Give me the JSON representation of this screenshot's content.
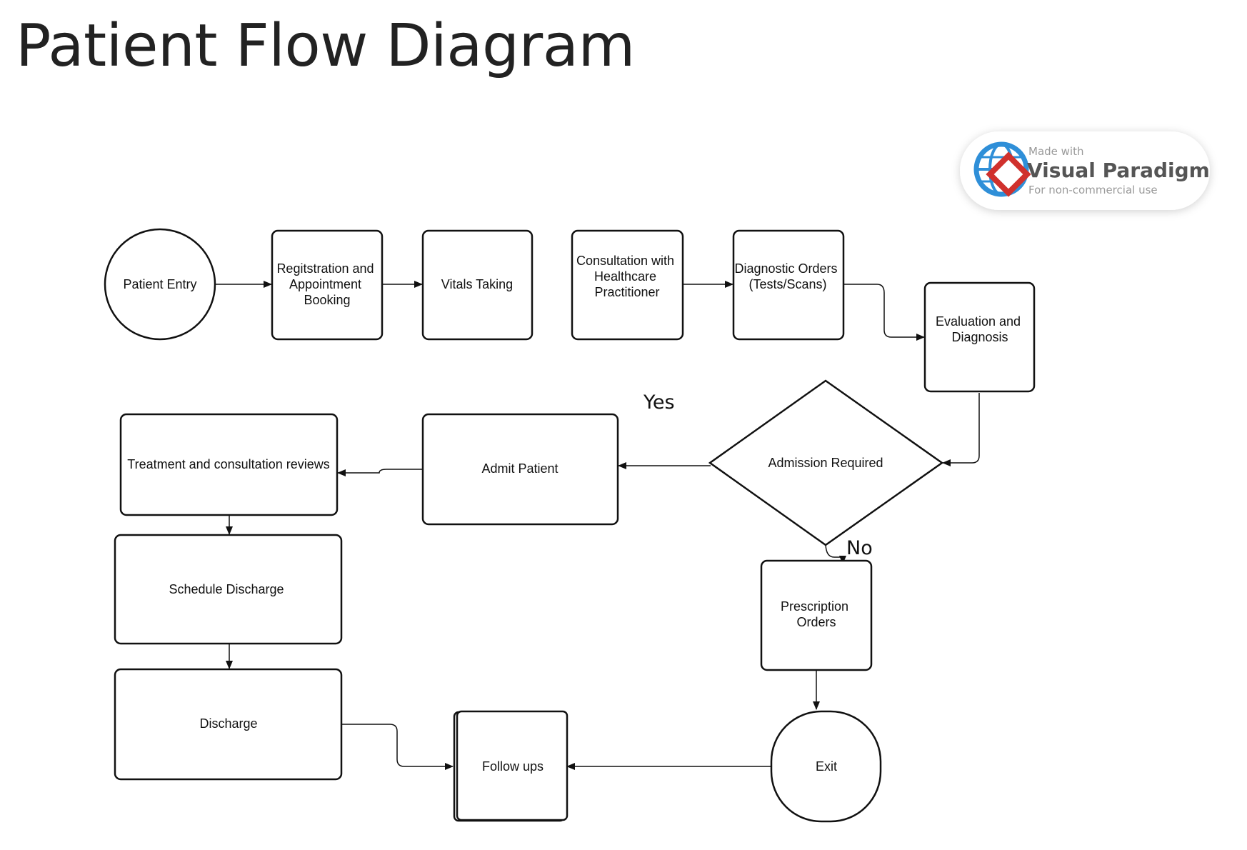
{
  "title": "Patient Flow Diagram",
  "badge": {
    "line1": "Made with",
    "line2": "Visual Paradigm",
    "line3": "For non-commercial use"
  },
  "colors": {
    "stroke": "#111111",
    "text": "#111111",
    "title": "#222222",
    "badge_globe": "#2f8fd8",
    "badge_mark": "#d0312d"
  },
  "nodes": {
    "patient_entry": [
      "Patient Entry"
    ],
    "registration": [
      "Regitstration and",
      "Appointment",
      "Booking"
    ],
    "vitals": [
      "Vitals Taking"
    ],
    "consultation": [
      "Consultation with",
      "Healthcare",
      "Practitioner"
    ],
    "diagnostic_orders": [
      "Diagnostic Orders",
      "(Tests/Scans)"
    ],
    "evaluation": [
      "Evaluation and",
      "Diagnosis"
    ],
    "admission": [
      "Admission Required"
    ],
    "admit_patient": [
      "Admit Patient"
    ],
    "treatment": [
      "Treatment and consultation reviews"
    ],
    "schedule_discharge": [
      "Schedule Discharge"
    ],
    "discharge": [
      "Discharge"
    ],
    "prescription": [
      "Prescription",
      "Orders"
    ],
    "exit": [
      "Exit"
    ],
    "follow_ups": [
      "Follow ups"
    ]
  },
  "branches": {
    "yes": "Yes",
    "no": "No"
  }
}
